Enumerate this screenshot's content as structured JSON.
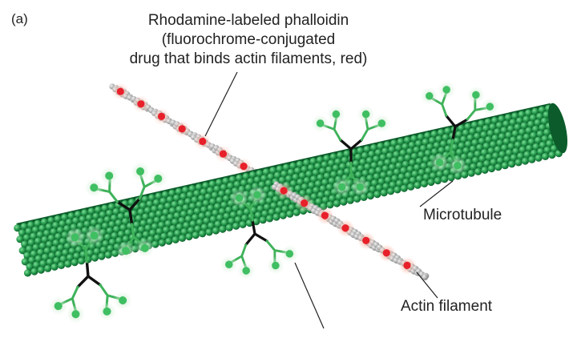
{
  "panel_label": "(a)",
  "labels": {
    "phalloidin_line1": "Rhodamine-labeled phalloidin",
    "phalloidin_line2": "(fluorochrome-conjugated",
    "phalloidin_line3": "drug that binds actin filaments, red)",
    "microtubule": "Microtubule",
    "actin_filament": "Actin filament"
  },
  "colors": {
    "microtubule_dark": "#0b5c2a",
    "microtubule_mid": "#1d8a45",
    "microtubule_light": "#3fb86a",
    "actin_bead": "#b8b8b8",
    "phalloidin_red": "#e8202a",
    "antibody_green": "#3fb25a",
    "antibody_black": "#111111"
  }
}
